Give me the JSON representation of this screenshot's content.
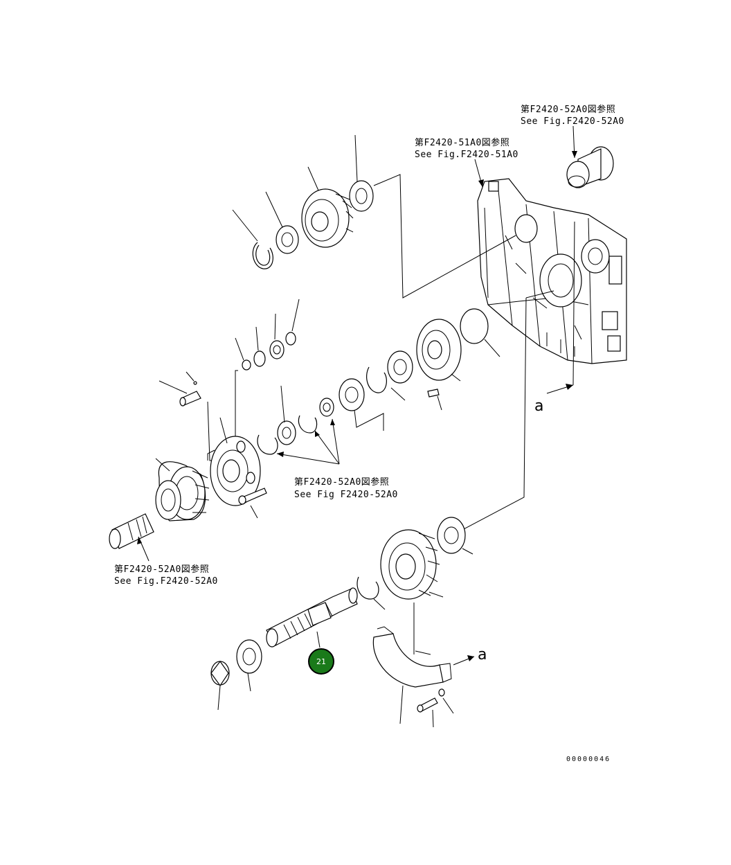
{
  "callouts": {
    "ref_top_right": {
      "line1": "第F2420-52A0図参照",
      "line2": "See Fig.F2420-52A0"
    },
    "ref_top_mid": {
      "line1": "第F2420-51A0図参照",
      "line2": "See Fig.F2420-51A0"
    },
    "ref_middle": {
      "line1": "第F2420-52A0図参照",
      "line2": "See Fig F2420-52A0"
    },
    "ref_left": {
      "line1": "第F2420-52A0図参照",
      "line2": "See Fig.F2420-52A0"
    }
  },
  "view_marks": {
    "upper": "a",
    "lower": "a"
  },
  "part_badge": {
    "number": "21",
    "color": "#1a7a1a"
  },
  "drawing_code": "00000046"
}
